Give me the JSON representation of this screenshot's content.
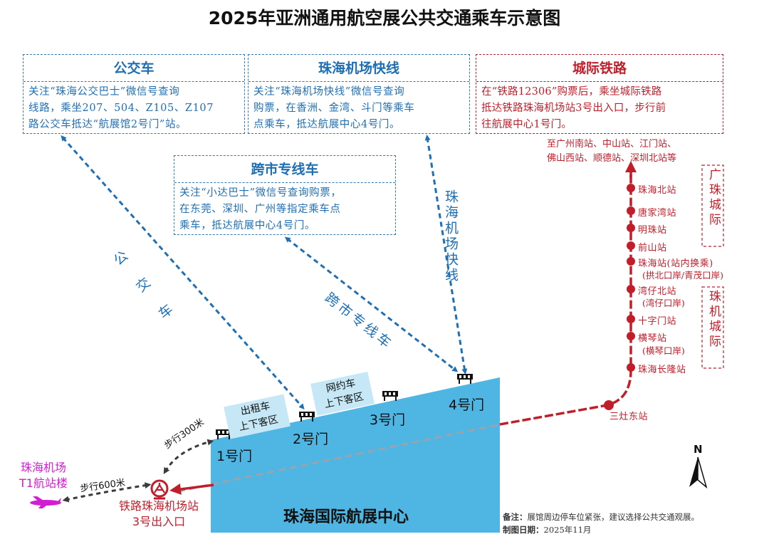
{
  "title": "2025年亚洲通用航空展公共交通乘车示意图",
  "boxes": {
    "bus": {
      "title": "公交车",
      "lines": [
        "关注“珠海公交巴士”微信号查询",
        "线路，乘坐207、504、Z105、Z107",
        "路公交车抵达“航展馆2号门”站。"
      ]
    },
    "airport_express": {
      "title": "珠海机场快线",
      "lines": [
        "关注“珠海机场快线”微信号查询",
        "购票，在香洲、金湾、斗门等乘车",
        "点乘车，抵达航展中心4号门。"
      ]
    },
    "intercity_rail": {
      "title": "城际铁路",
      "lines": [
        "在“铁路12306”购票后，乘坐城际铁路",
        "抵达铁路珠海机场站3号出入口，步行前",
        "往航展中心1号门。"
      ]
    },
    "cross_city": {
      "title": "跨市专线车",
      "lines": [
        "关注“小达巴士”微信号查询购票，",
        "在东莞、深圳、广州等指定乘车点",
        "乘车，抵达航展中心4号门。"
      ]
    }
  },
  "route_labels": {
    "bus": "公交车",
    "airport_express": "珠海机场快线",
    "cross_city": "跨市专线车"
  },
  "rail": {
    "destination": [
      "至广州南站、中山站、江门站、",
      "佛山西站、顺德站、深圳北站等"
    ],
    "line_guangzhu": "广珠城际",
    "line_zhuji": "珠机城际",
    "stations": [
      {
        "name": "珠海北站",
        "sub": ""
      },
      {
        "name": "唐家湾站",
        "sub": ""
      },
      {
        "name": "明珠站",
        "sub": ""
      },
      {
        "name": "前山站",
        "sub": ""
      },
      {
        "name": "珠海站(站内换乘)",
        "sub": "(拱北口岸/青茂口岸)"
      },
      {
        "name": "湾仔北站",
        "sub": "(湾仔口岸)"
      },
      {
        "name": "十字门站",
        "sub": ""
      },
      {
        "name": "横琴站",
        "sub": "(横琴口岸)"
      },
      {
        "name": "珠海长隆站",
        "sub": ""
      }
    ],
    "sanzao": "三灶东站",
    "airport_station": [
      "铁路珠海机场站",
      "3号出入口"
    ]
  },
  "venue": {
    "name": "珠海国际航展中心",
    "gates": [
      "1号门",
      "2号门",
      "3号门",
      "4号门"
    ],
    "taxi_zone": [
      "出租车",
      "上下客区"
    ],
    "rideshare_zone": [
      "网约车",
      "上下客区"
    ]
  },
  "terminal": [
    "珠海机场",
    "T1航站楼"
  ],
  "walk_600": "步行600米",
  "walk_300": "步行300米",
  "north": "N",
  "footer": {
    "note_label": "备注：",
    "note": "展馆周边停车位紧张，建议选择公共交通观展。",
    "date_label": "制图日期：",
    "date": "2025年11月"
  },
  "colors": {
    "blue": "#1e6fb4",
    "red": "#c01e2a",
    "venue": "#4fb6e3",
    "zone": "#c6e8f6",
    "magenta": "#d21ed2"
  }
}
